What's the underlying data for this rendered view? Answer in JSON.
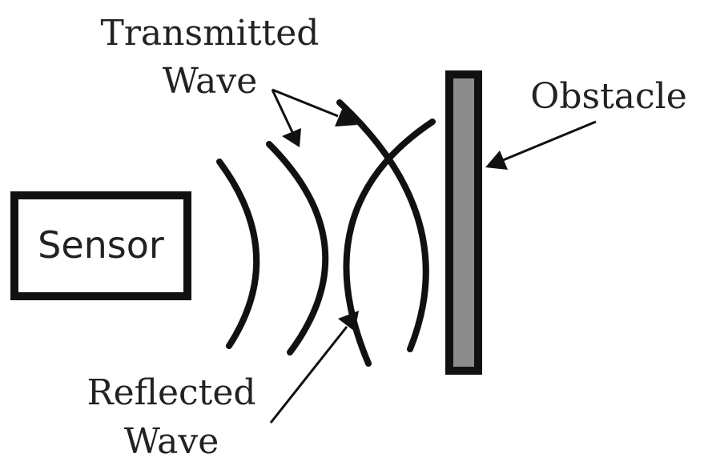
{
  "diagram": {
    "sensor_label": "Sensor",
    "obstacle_label": "Obstacle",
    "transmitted_label": {
      "line1": "Transmitted",
      "line2": "Wave"
    },
    "reflected_label": {
      "line1": "Reflected",
      "line2": "Wave"
    },
    "colors": {
      "stroke": "#111111",
      "obstacle_fill": "#8c8c8c",
      "text": "#222222",
      "background": "#ffffff"
    }
  }
}
